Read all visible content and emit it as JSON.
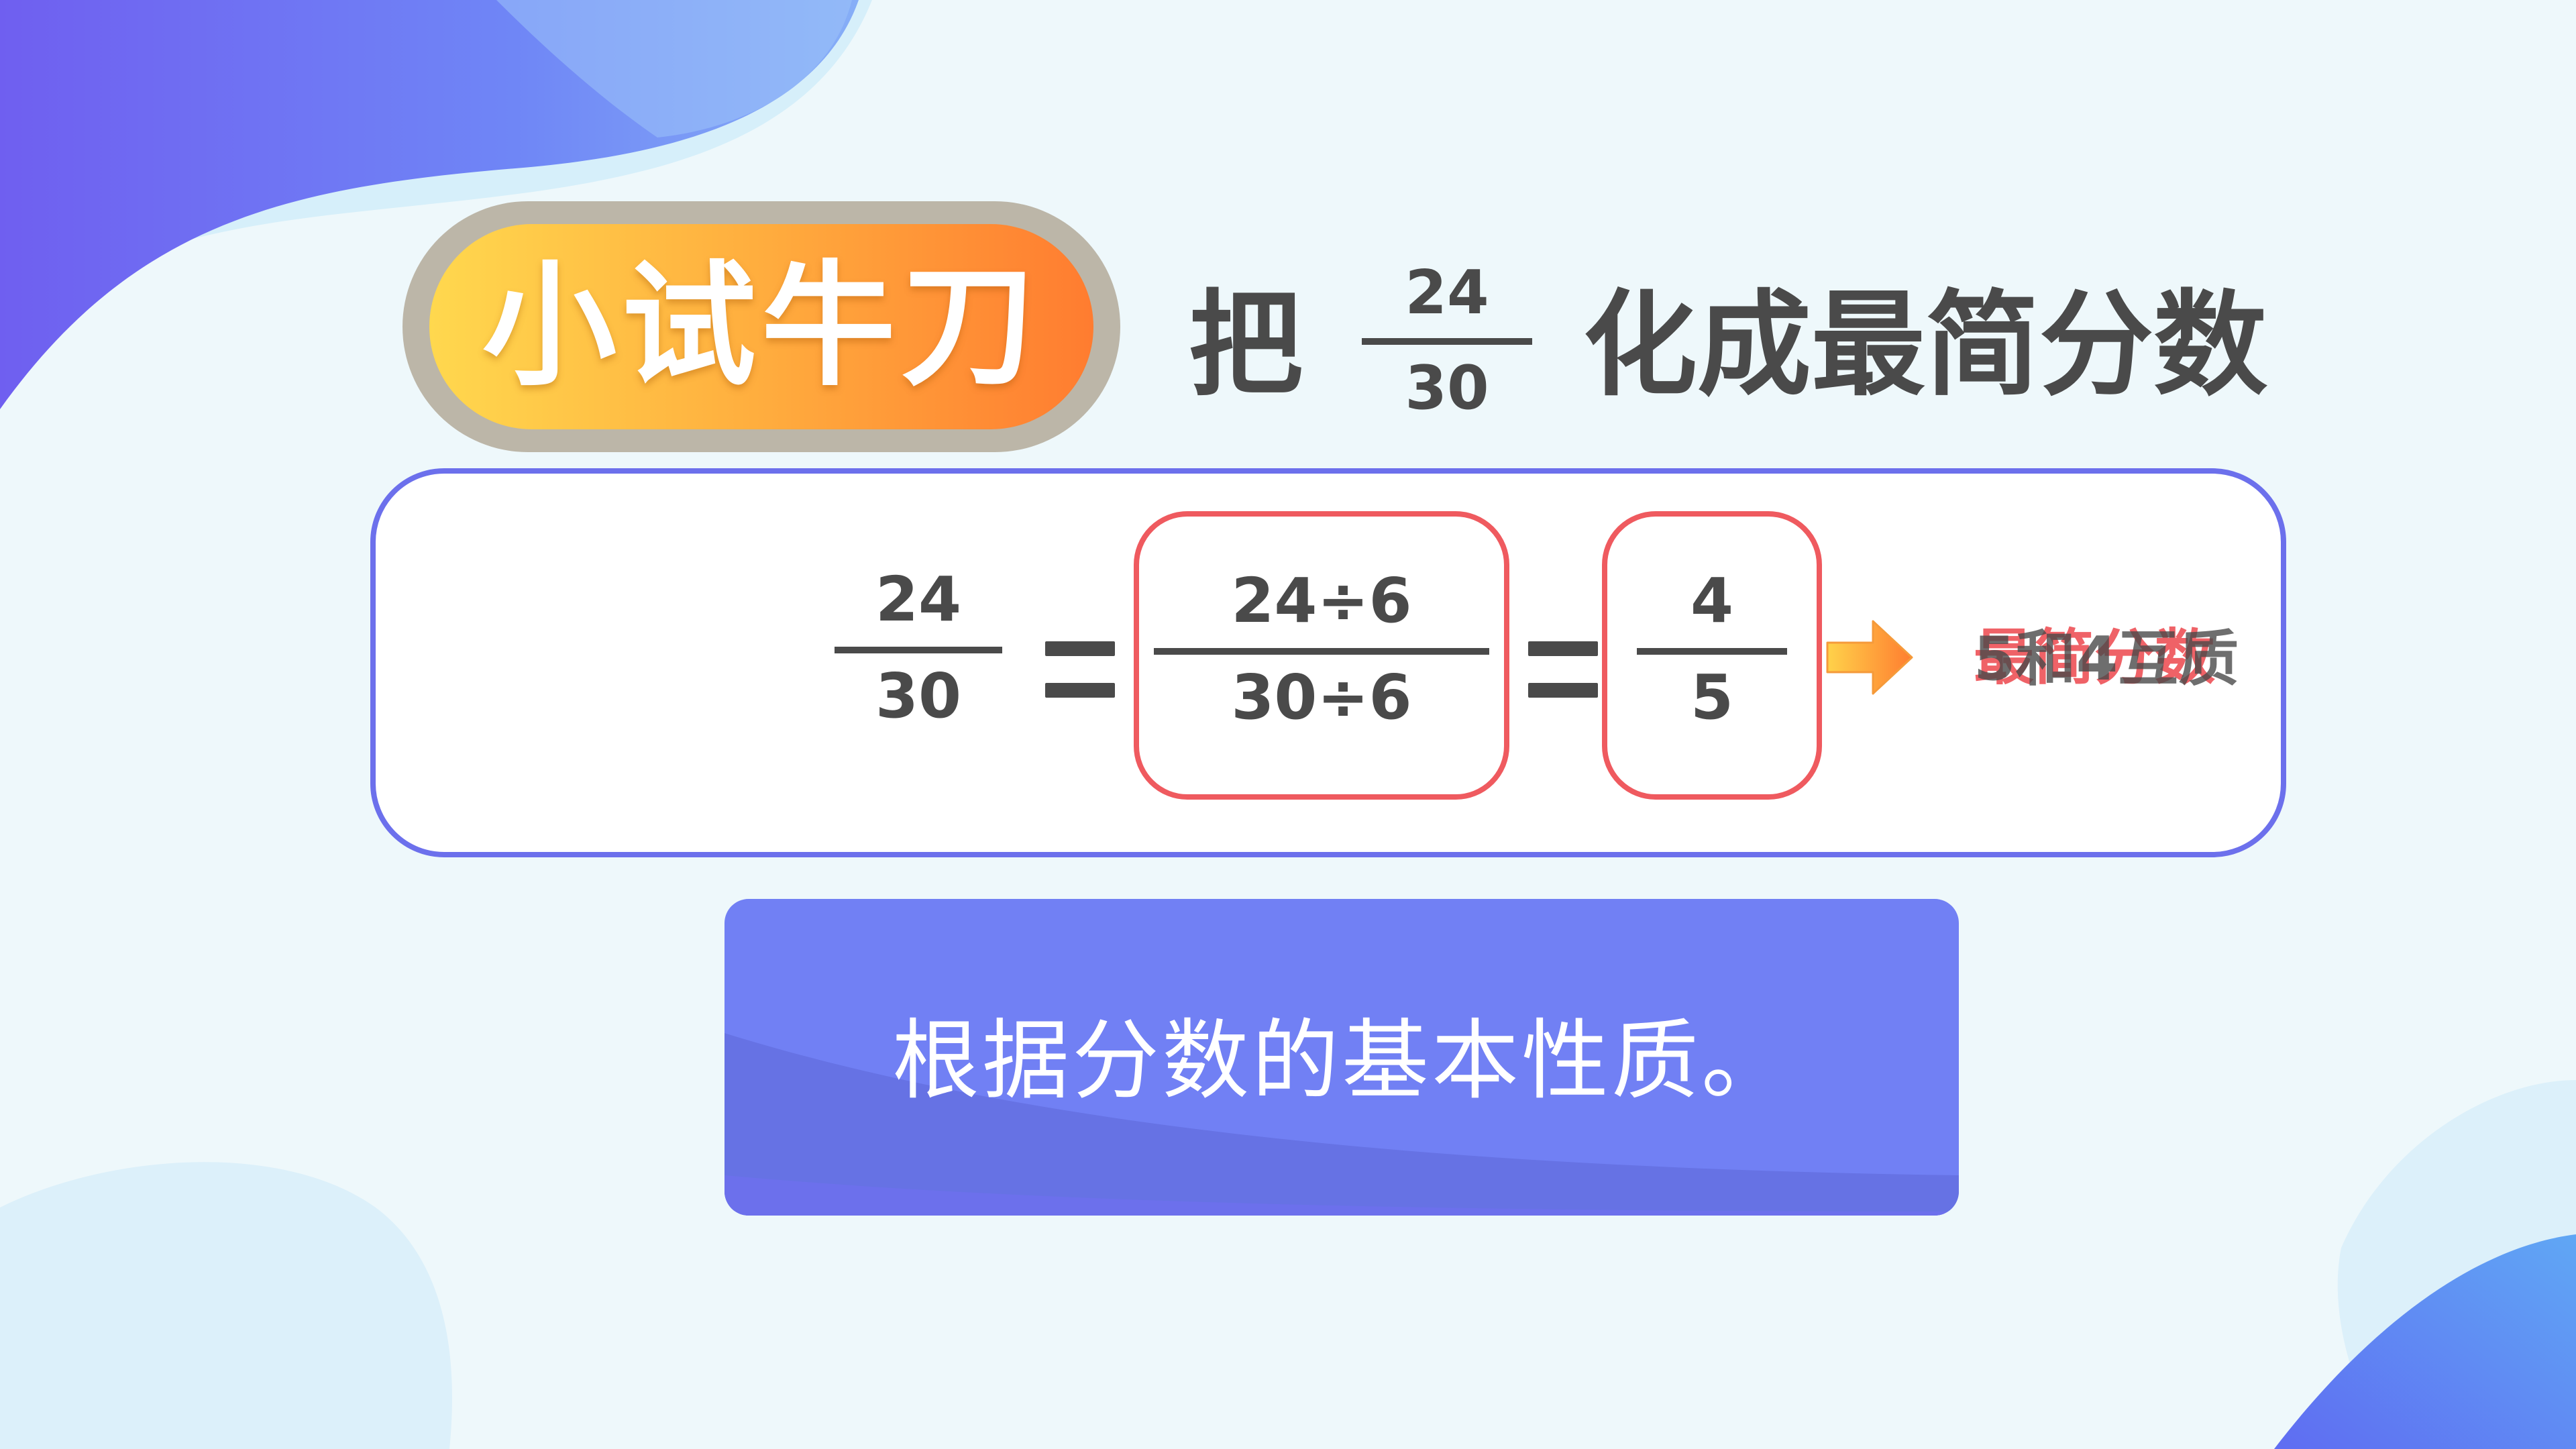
{
  "colors": {
    "background": "#eef8fb",
    "accent_purple": "#6c70ec",
    "accent_red": "#ef5a5f",
    "badge_orange": "#ff9a38",
    "panel_blue": "#7180f4",
    "text_gray": "#4a4a4a"
  },
  "badge": {
    "label": "小试牛刀"
  },
  "task": {
    "prefix": "把",
    "fraction": {
      "numerator": "24",
      "denominator": "30"
    },
    "suffix": "化成最简分数"
  },
  "equation": {
    "original": {
      "numerator": "24",
      "denominator": "30"
    },
    "step": {
      "numerator": "24÷6",
      "denominator": "30÷6"
    },
    "result": {
      "numerator": "4",
      "denominator": "5"
    },
    "arrow_icon": "arrow-right-icon",
    "overlapping_notes": [
      "最简分数",
      "5和4互质"
    ]
  },
  "panel": {
    "text": "根据分数的基本性质。"
  }
}
